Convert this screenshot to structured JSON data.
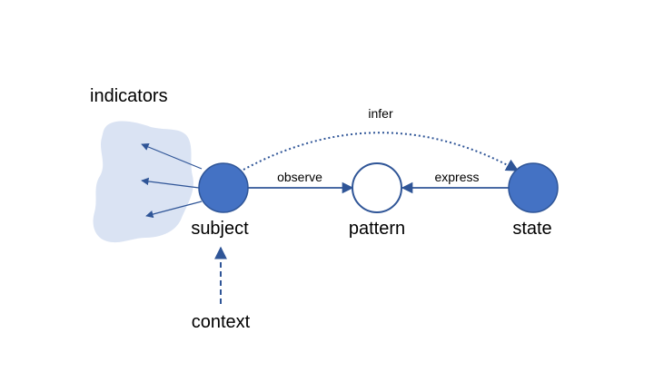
{
  "labels": {
    "indicators": "indicators",
    "subject": "subject",
    "pattern": "pattern",
    "state": "state",
    "context": "context"
  },
  "edges": {
    "observe": "observe",
    "express": "express",
    "infer": "infer"
  },
  "colors": {
    "node_fill": "#4472c4",
    "node_stroke": "#2f5597",
    "pattern_fill": "#ffffff",
    "arrow": "#2f5597",
    "indicators_blob": "#dae3f3"
  }
}
